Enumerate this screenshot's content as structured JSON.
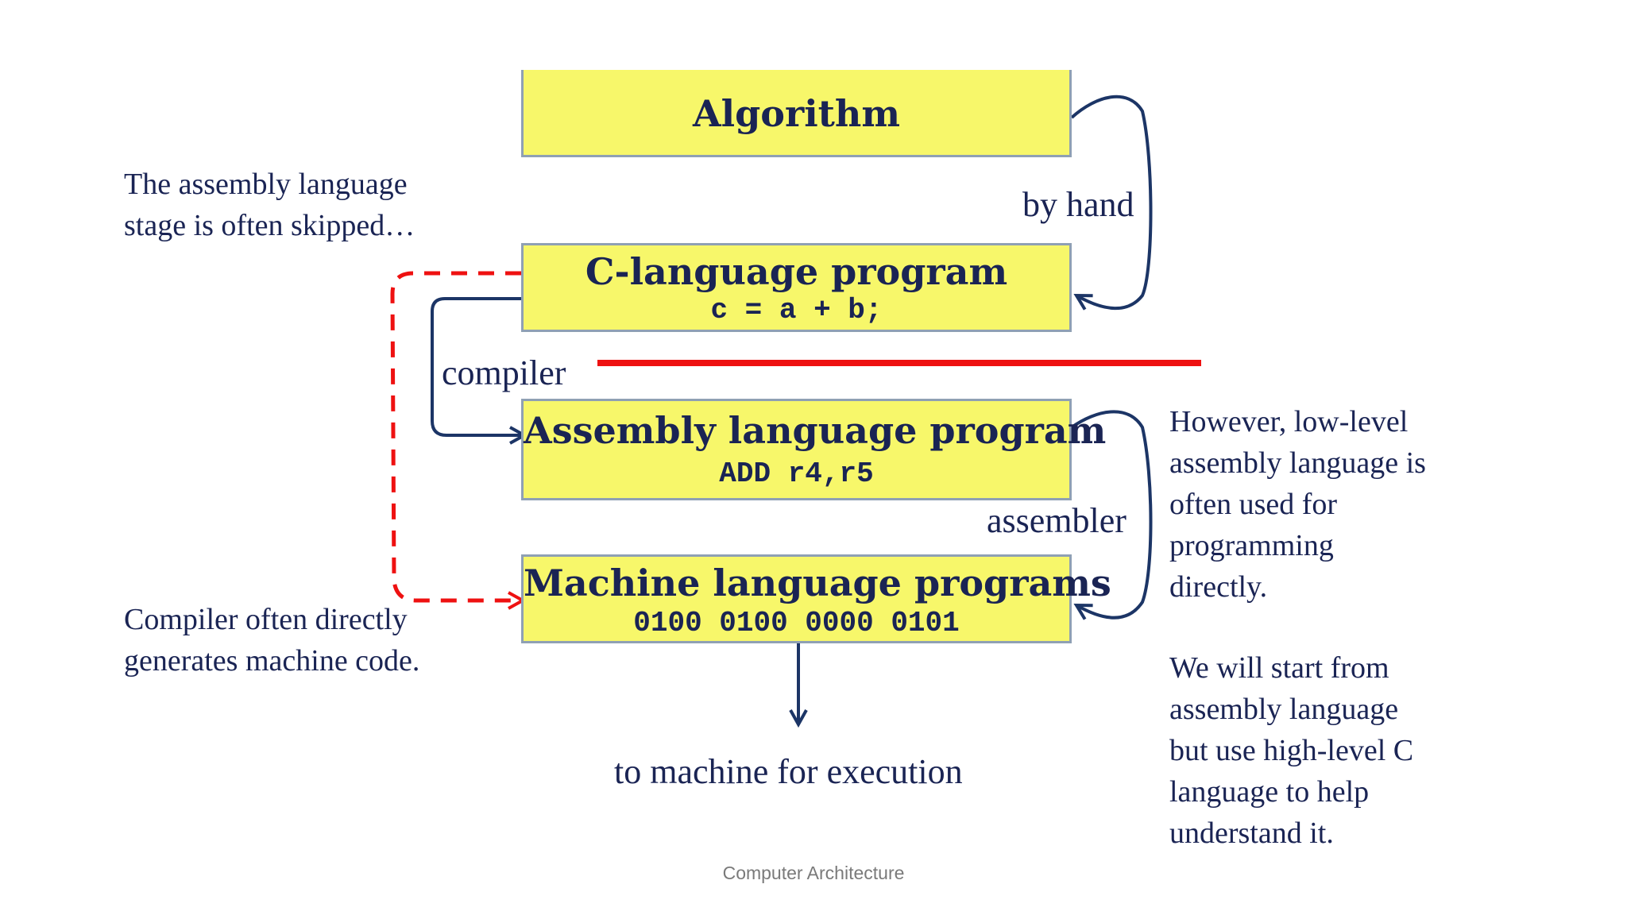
{
  "boxes": {
    "algorithm": {
      "title": "Algorithm"
    },
    "c_program": {
      "title": "C-language program",
      "code": "c = a + b;"
    },
    "assembly_program": {
      "title": "Assembly language program",
      "code": "ADD r4,r5"
    },
    "machine_program": {
      "title": "Machine language programs",
      "code": "0100 0100 0000 0101"
    }
  },
  "labels": {
    "by_hand": "by hand",
    "compiler": "compiler",
    "assembler": "assembler",
    "execution": "to machine for execution"
  },
  "notes": {
    "skipped": [
      "The assembly language",
      "stage is often skipped…"
    ],
    "compiler_direct": [
      "Compiler often directly",
      "generates machine code."
    ],
    "however": [
      "However, low-level",
      "assembly language is",
      "often used for",
      "programming",
      "directly."
    ],
    "start": [
      "We will start from",
      "assembly language",
      "but use high-level C",
      "language to help",
      "understand it."
    ]
  },
  "footer": "Computer Architecture",
  "colors": {
    "box_fill": "#f7f76a",
    "box_border": "#8fa0b4",
    "text_navy": "#1a2454",
    "arrow_navy": "#1c3566",
    "red": "#ee1111"
  }
}
